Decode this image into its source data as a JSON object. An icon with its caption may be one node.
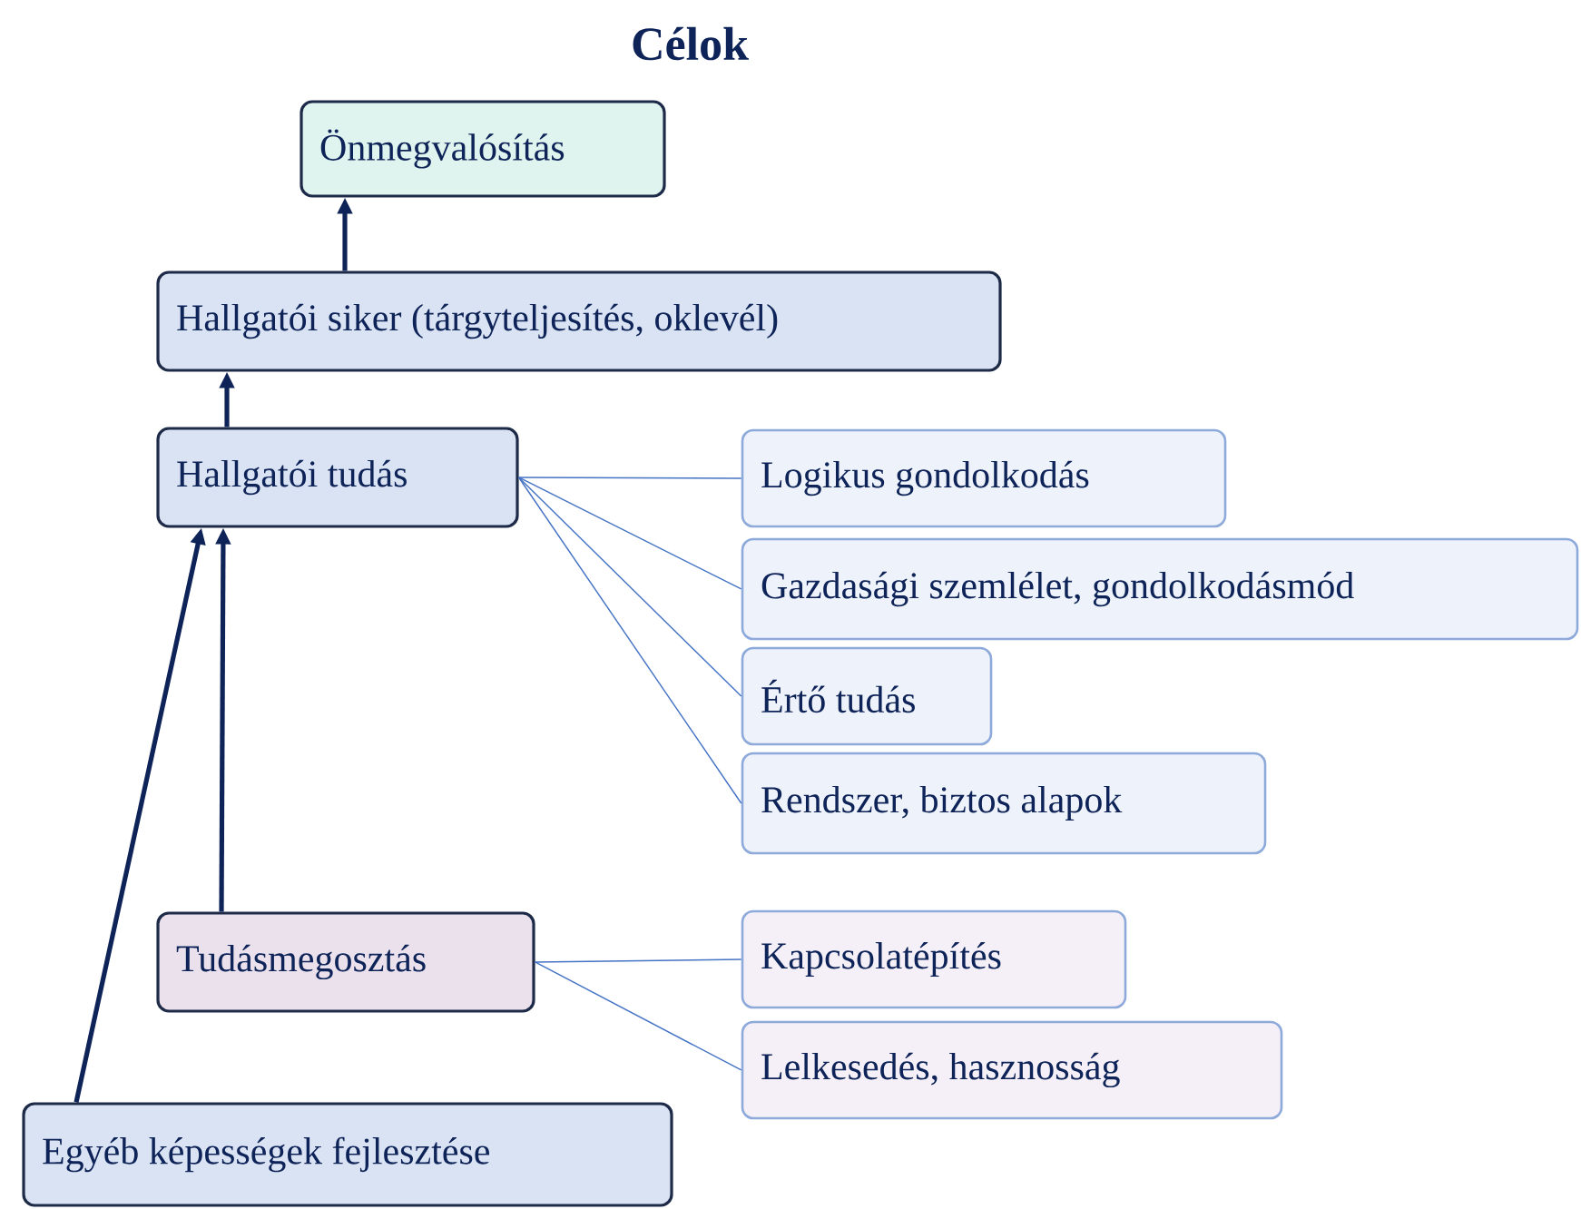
{
  "diagram": {
    "title": "Célok",
    "nodes": [
      {
        "text": [
          "Önmegvalósítás"
        ]
      },
      {
        "text": [
          "Hallgatói siker (tárgyteljesítés, oklevél)"
        ]
      },
      {
        "text": [
          "Hallgatói tudás"
        ]
      },
      {
        "text": [
          "Logikus gondolkodás"
        ]
      },
      {
        "text": [
          "Gazdasági szemlélet, gondolkodásmód"
        ]
      },
      {
        "text": [
          "Értő tudás"
        ]
      },
      {
        "text": [
          "Rendszer, biztos alapok"
        ]
      },
      {
        "text": [
          "Tudásmegosztás"
        ]
      },
      {
        "text": [
          "Kapcsolatépítés"
        ]
      },
      {
        "text": [
          "Lelkesedés, hasznosság"
        ]
      },
      {
        "text": [
          "Egyéb képességek fejlesztése"
        ]
      }
    ],
    "edges": [
      {
        "from": 1,
        "to": 0,
        "arrow": "to",
        "style": "thick",
        "color": "#0e2458"
      },
      {
        "from": 2,
        "to": 1,
        "arrow": "to",
        "style": "thick",
        "color": "#0e2458"
      },
      {
        "from": 7,
        "to": 2,
        "arrow": "to",
        "style": "thick",
        "color": "#0e2458"
      },
      {
        "from": 10,
        "to": 2,
        "arrow": "to",
        "style": "thick",
        "color": "#0e2458"
      },
      {
        "from": 2,
        "to": 3,
        "arrow": "none"
      },
      {
        "from": 2,
        "to": 4,
        "arrow": "none"
      },
      {
        "from": 2,
        "to": 5,
        "arrow": "none"
      },
      {
        "from": 2,
        "to": 6,
        "arrow": "none"
      },
      {
        "from": 7,
        "to": 8,
        "arrow": "none"
      },
      {
        "from": 7,
        "to": 9,
        "arrow": "none"
      }
    ]
  }
}
